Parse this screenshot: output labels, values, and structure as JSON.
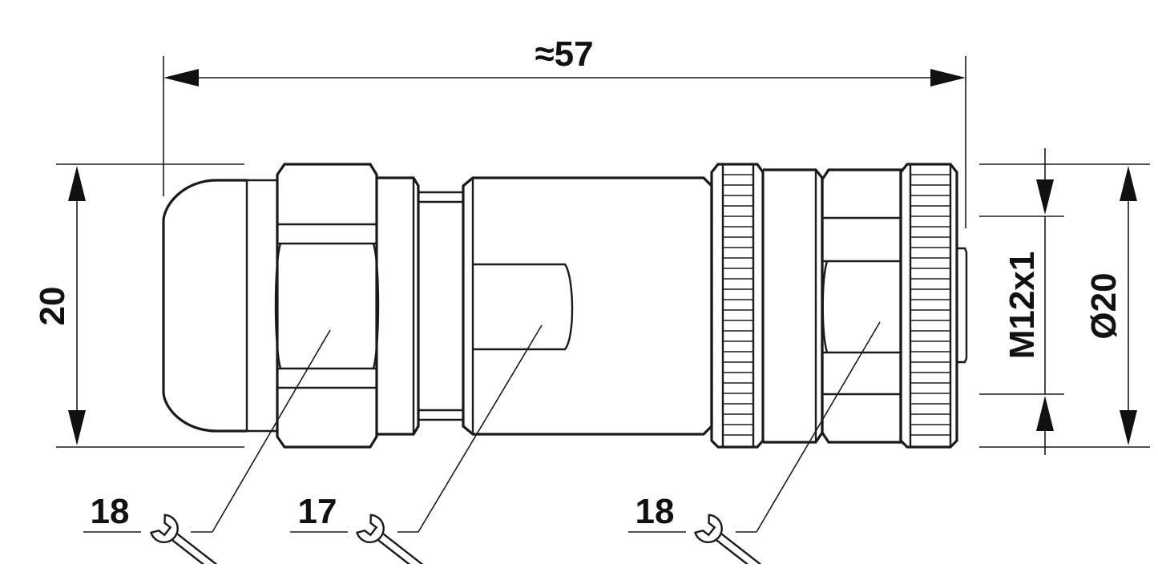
{
  "dimensions": {
    "overall_length": "≈57",
    "height": "20",
    "thread": "M12x1",
    "outer_diameter": "Ø20"
  },
  "wrench_sizes": [
    {
      "size": "18"
    },
    {
      "size": "17"
    },
    {
      "size": "18"
    }
  ],
  "colors": {
    "line": "#1a1a1a",
    "background": "#ffffff"
  }
}
